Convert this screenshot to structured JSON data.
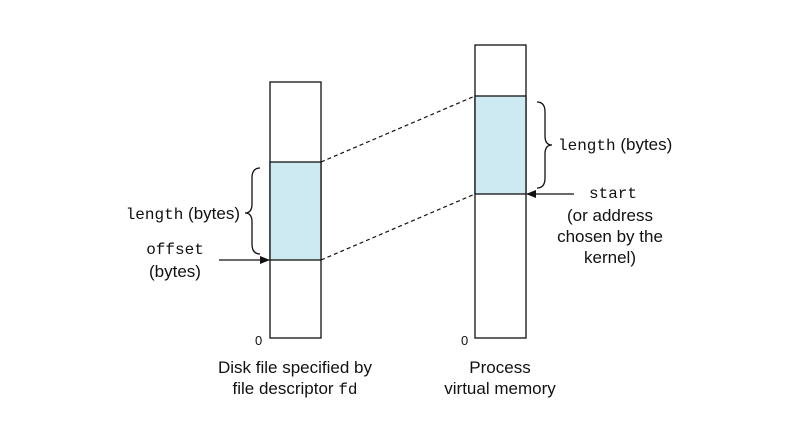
{
  "left_region": {
    "length_code": "length",
    "length_suffix": " (bytes)",
    "offset_code": "offset",
    "offset_suffix": "(bytes)",
    "zero": "0",
    "caption_line1": "Disk file specified by",
    "caption_line2_text": "file descriptor ",
    "caption_line2_code": "fd"
  },
  "right_region": {
    "length_code": "length",
    "length_suffix": " (bytes)",
    "start_code": "start",
    "start_note_line1": "(or address",
    "start_note_line2": "chosen by the",
    "start_note_line3": "kernel)",
    "zero": "0",
    "caption_line1": "Process",
    "caption_line2": "virtual memory"
  },
  "colors": {
    "region_fill": "#cde9f1",
    "stroke": "#111111"
  }
}
